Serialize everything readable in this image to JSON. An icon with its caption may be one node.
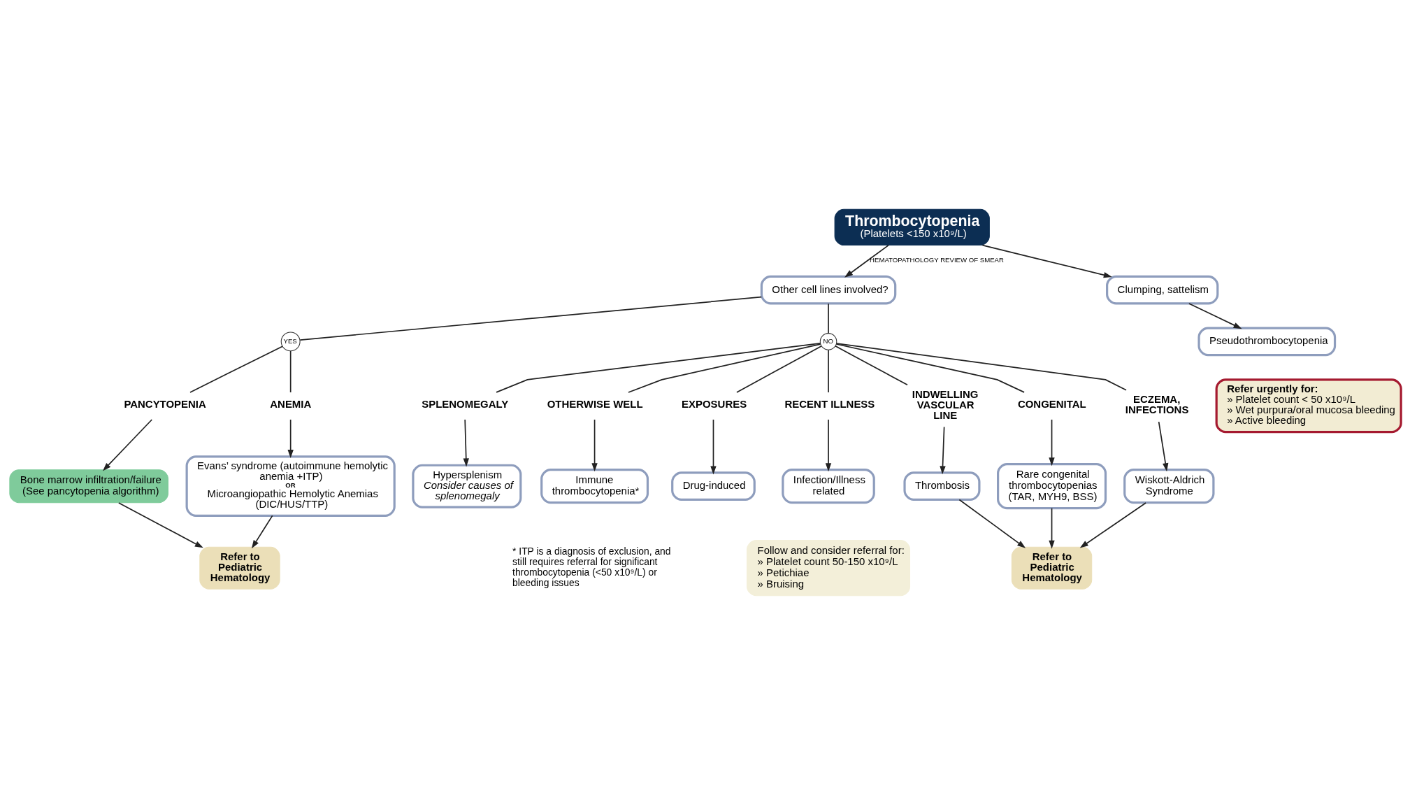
{
  "diagram": {
    "nodes": [
      {
        "text": [
          "Thrombocytopenia",
          "(Platelets <150 x10⁹/L)"
        ]
      },
      {
        "text": [
          "Other cell lines involved?"
        ]
      },
      {
        "text": [
          "Clumping, sattelism"
        ]
      },
      {
        "text": [
          "Pseudothrombocytopenia"
        ]
      },
      {
        "text": [
          "YES"
        ]
      },
      {
        "text": [
          "PANCYTOPENIA"
        ]
      },
      {
        "text": [
          "ANEMIA"
        ]
      },
      {
        "text": [
          "Bone marrow infiltration/failure (See pancytopenia algorithm)"
        ]
      },
      {
        "text": [
          "Evans’ syndrome (autoimmune hemolytic anemia +ITP)",
          "OR",
          "Microangiopathic Hemolytic Anemias (DIC/HUS/TTP)"
        ]
      },
      {
        "text": [
          "Refer to Pediatric Hematology"
        ]
      },
      {
        "text": [
          "NO"
        ]
      },
      {
        "text": [
          "SPLENOMEGALY"
        ]
      },
      {
        "text": [
          "OTHERWISE WELL"
        ]
      },
      {
        "text": [
          "EXPOSURES"
        ]
      },
      {
        "text": [
          "RECENT ILLNESS"
        ]
      },
      {
        "text": [
          "INDWELLING VASCULAR LINE"
        ]
      },
      {
        "text": [
          "CONGENITAL"
        ]
      },
      {
        "text": [
          "ECZEMA, INFECTIONS"
        ]
      },
      {
        "text": [
          "Hypersplenism",
          "Consider causes of splenomegaly"
        ]
      },
      {
        "text": [
          "Immune thrombocytopenia*"
        ]
      },
      {
        "text": [
          "Drug-induced"
        ]
      },
      {
        "text": [
          "Infection/Illness related"
        ]
      },
      {
        "text": [
          "Thrombosis"
        ]
      },
      {
        "text": [
          "Rare congenital thrombocytopenias (TAR, MYH9, BSS)"
        ]
      },
      {
        "text": [
          "Wiskott-Aldrich Syndrome"
        ]
      },
      {
        "text": [
          "Refer to Pediatric Hematology"
        ]
      },
      {
        "text": [
          "Refer urgently for:",
          "» Platelet count < 50 x10⁹/L",
          "» Wet purpura/oral mucosa bleeding",
          "» Active bleeding"
        ]
      },
      {
        "text": [
          "Follow and consider referral for:",
          "» Platelet count 50-150 x10⁹/L",
          "» Petichiae",
          "» Bruising"
        ]
      }
    ],
    "edges": [
      {
        "from": 0,
        "to": 1,
        "arrow": "to",
        "label": "HEMATOPATHOLOGY REVIEW OF SMEAR"
      },
      {
        "from": 0,
        "to": 2,
        "arrow": "to"
      },
      {
        "from": 2,
        "to": 3,
        "arrow": "to"
      },
      {
        "from": 1,
        "to": 4,
        "arrow": "none"
      },
      {
        "from": 4,
        "to": 5,
        "arrow": "none"
      },
      {
        "from": 4,
        "to": 6,
        "arrow": "none"
      },
      {
        "from": 5,
        "to": 7,
        "arrow": "to"
      },
      {
        "from": 6,
        "to": 8,
        "arrow": "to"
      },
      {
        "from": 7,
        "to": 9,
        "arrow": "to"
      },
      {
        "from": 8,
        "to": 9,
        "arrow": "to"
      },
      {
        "from": 1,
        "to": 10,
        "arrow": "none"
      },
      {
        "from": 10,
        "to": 11,
        "arrow": "none"
      },
      {
        "from": 10,
        "to": 12,
        "arrow": "none"
      },
      {
        "from": 10,
        "to": 13,
        "arrow": "none"
      },
      {
        "from": 10,
        "to": 14,
        "arrow": "none"
      },
      {
        "from": 10,
        "to": 15,
        "arrow": "none"
      },
      {
        "from": 10,
        "to": 16,
        "arrow": "none"
      },
      {
        "from": 10,
        "to": 17,
        "arrow": "none"
      },
      {
        "from": 11,
        "to": 18,
        "arrow": "to"
      },
      {
        "from": 12,
        "to": 19,
        "arrow": "to"
      },
      {
        "from": 13,
        "to": 20,
        "arrow": "to"
      },
      {
        "from": 14,
        "to": 21,
        "arrow": "to"
      },
      {
        "from": 15,
        "to": 22,
        "arrow": "to"
      },
      {
        "from": 16,
        "to": 23,
        "arrow": "to"
      },
      {
        "from": 17,
        "to": 24,
        "arrow": "to"
      },
      {
        "from": 22,
        "to": 25,
        "arrow": "to"
      },
      {
        "from": 23,
        "to": 25,
        "arrow": "to"
      },
      {
        "from": 24,
        "to": 25,
        "arrow": "to"
      }
    ],
    "labels": [
      "* ITP is a diagnosis of exclusion, and still requires referral for significant thrombocytopenia (<50 x10⁹/L) or bleeding issues"
    ]
  }
}
